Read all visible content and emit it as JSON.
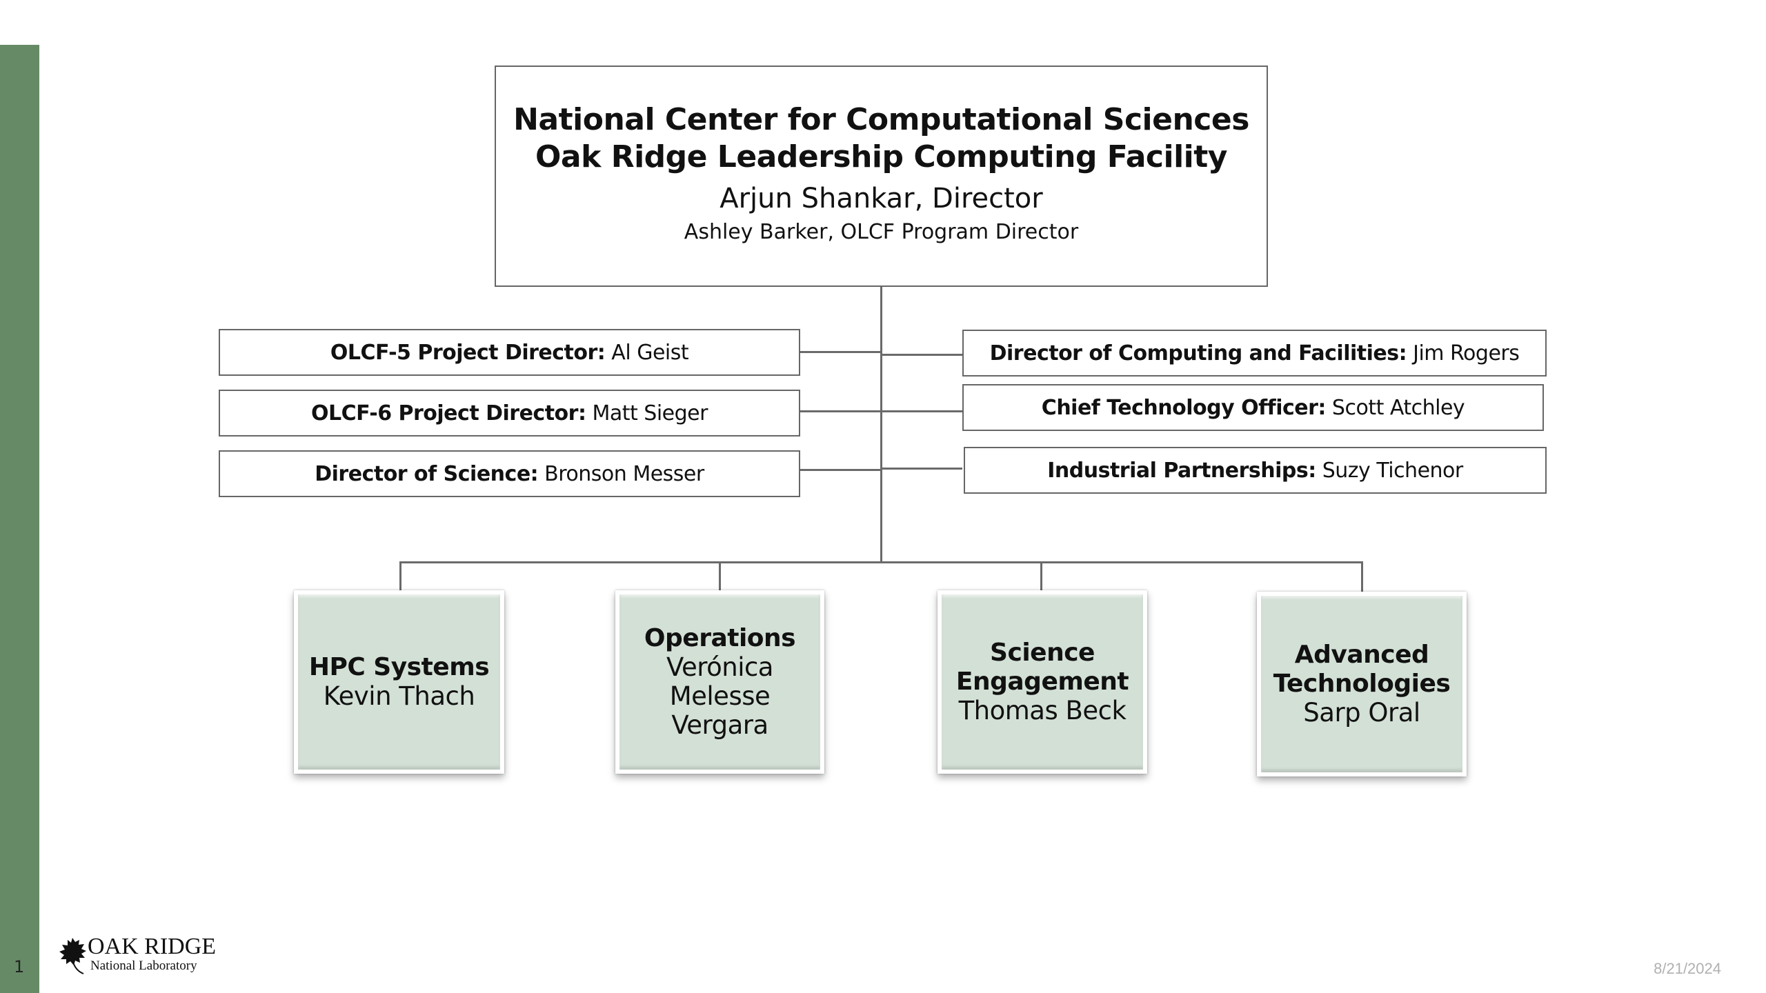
{
  "header": {
    "title_line1": "National Center for Computational Sciences",
    "title_line2": "Oak Ridge Leadership Computing Facility",
    "director": "Arjun Shankar, Director",
    "program_director": "Ashley Barker, OLCF Program Director"
  },
  "left_roles": [
    {
      "role": "OLCF-5 Project Director:",
      "name": "Al Geist"
    },
    {
      "role": "OLCF-6 Project Director:",
      "name": "Matt Sieger"
    },
    {
      "role": "Director of Science:",
      "name": "Bronson Messer"
    }
  ],
  "right_roles": [
    {
      "role": "Director of Computing and Facilities:",
      "name": "Jim Rogers"
    },
    {
      "role": "Chief Technology Officer:",
      "name": "Scott Atchley"
    },
    {
      "role": "Industrial Partnerships:",
      "name": "Suzy Tichenor"
    }
  ],
  "units": [
    {
      "title": "HPC Systems",
      "name": "Kevin Thach"
    },
    {
      "title": "Operations",
      "name": "Verónica Melesse Vergara"
    },
    {
      "title": "Science Engagement",
      "name": "Thomas Beck"
    },
    {
      "title": "Advanced Technologies",
      "name": "Sarp Oral"
    }
  ],
  "footer": {
    "page_number": "1",
    "date": "8/21/2024",
    "logo_line1": "OAK RIDGE",
    "logo_line2": "National Laboratory"
  },
  "colors": {
    "sidebar": "#668a66",
    "unit_fill": "#d3e0d6"
  }
}
